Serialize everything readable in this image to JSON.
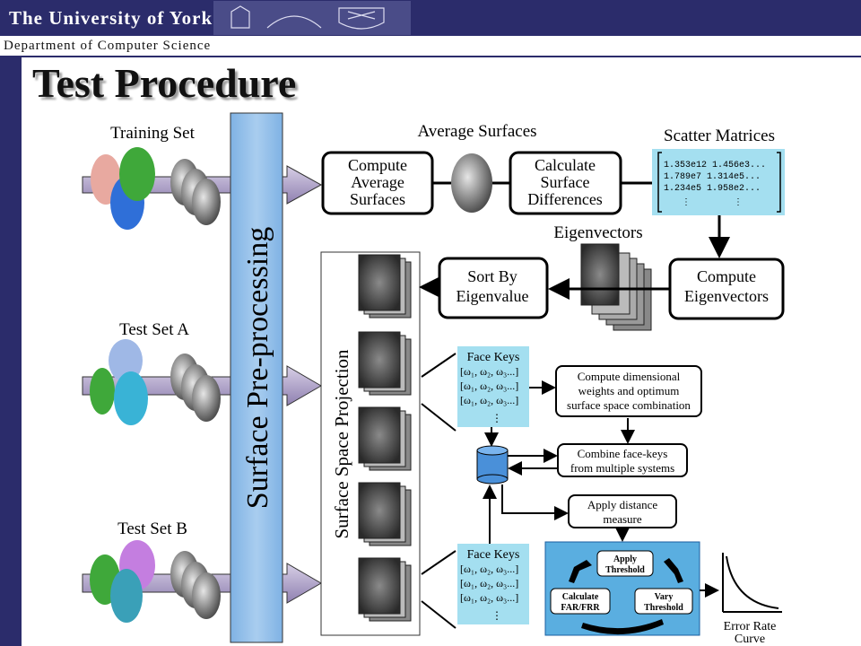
{
  "header": {
    "university": "The University of York",
    "department": "Department of Computer Science"
  },
  "slide": {
    "title": "Test Procedure"
  },
  "diagram": {
    "training_set": "Training Set",
    "test_set_a": "Test Set A",
    "test_set_b": "Test Set B",
    "preprocessing": "Surface Pre-processing",
    "projection": "Surface Space Projection",
    "average_surfaces_label": "Average Surfaces",
    "compute_average": [
      "Compute",
      "Average",
      "Surfaces"
    ],
    "calc_differences": [
      "Calculate",
      "Surface",
      "Differences"
    ],
    "scatter_matrices": "Scatter Matrices",
    "matrix_rows": [
      "1.353e12  1.456e3...",
      "1.789e7   1.314e5...",
      "1.234e5   1.958e2..."
    ],
    "eigenvectors_label": "Eigenvectors",
    "compute_eigen": [
      "Compute",
      "Eigenvectors"
    ],
    "sort_eigen": [
      "Sort By",
      "Eigenvalue"
    ],
    "face_keys": "Face Keys",
    "face_key_rows": [
      "[ω₁, ω₂, ω₃...]",
      "[ω₁, ω₂, ω₃...]",
      "[ω₁, ω₂, ω₃...]"
    ],
    "compute_weights": [
      "Compute dimensional",
      "weights and optimum",
      "surface space combination"
    ],
    "combine_keys": [
      "Combine face-keys",
      "from multiple systems"
    ],
    "apply_distance": [
      "Apply distance",
      "measure"
    ],
    "apply_threshold": [
      "Apply",
      "Threshold"
    ],
    "calculate_far": [
      "Calculate",
      "FAR/FRR"
    ],
    "vary_threshold": [
      "Vary",
      "Threshold"
    ],
    "error_rate": [
      "Error Rate",
      "Curve"
    ]
  }
}
